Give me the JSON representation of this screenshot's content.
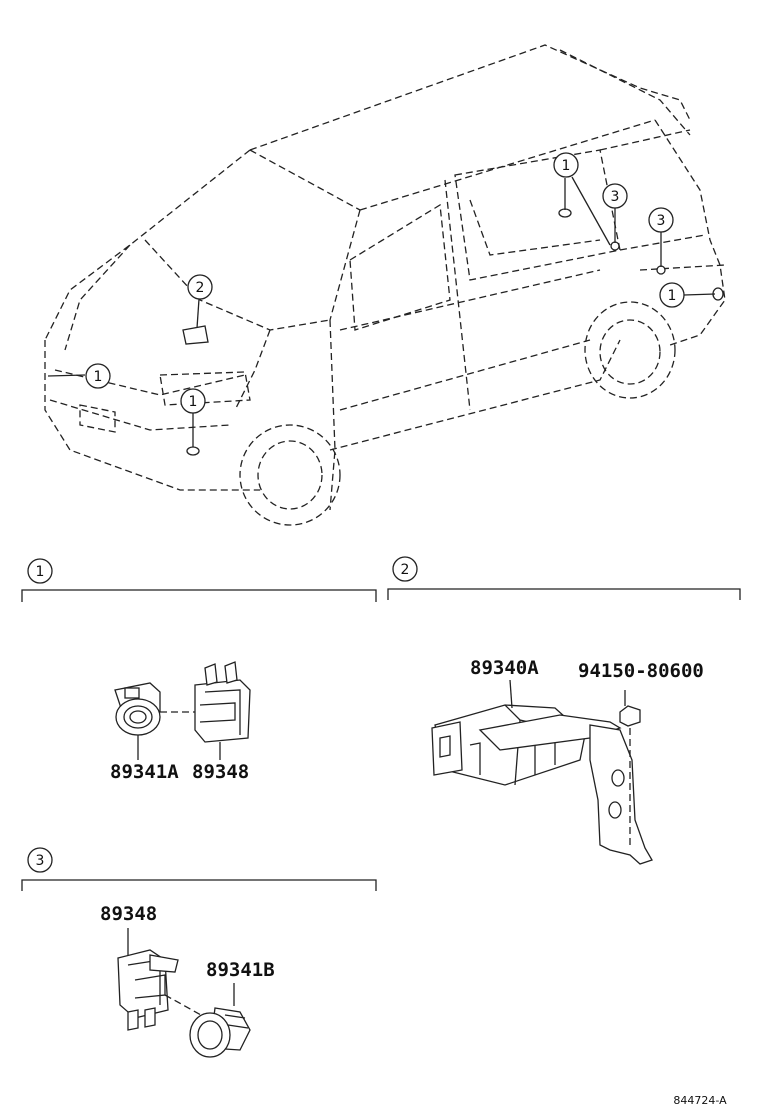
{
  "callouts": {
    "c1": "1",
    "c2": "2",
    "c3": "3"
  },
  "sections": [
    {
      "marker": "1",
      "parts": [
        "89341A",
        "89348"
      ]
    },
    {
      "marker": "2",
      "parts": [
        "89340A",
        "94150-80600"
      ]
    },
    {
      "marker": "3",
      "parts": [
        "89348",
        "89341B"
      ]
    }
  ],
  "diagram_code": "844724-A"
}
